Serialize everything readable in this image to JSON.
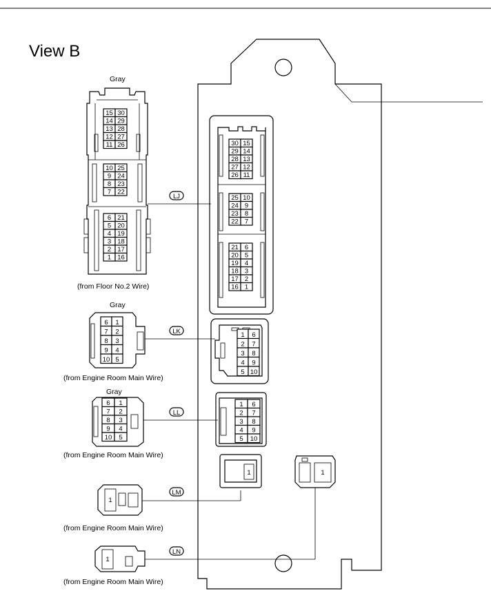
{
  "title": "View B",
  "connectors": {
    "LJ": {
      "code": "LJ",
      "color": "Gray",
      "source": "(from Floor No.2 Wire)",
      "harness_pins": [
        [
          "15",
          "30"
        ],
        [
          "14",
          "29"
        ],
        [
          "13",
          "28"
        ],
        [
          "12",
          "27"
        ],
        [
          "11",
          "26"
        ],
        [
          "10",
          "25"
        ],
        [
          "9",
          "24"
        ],
        [
          "8",
          "23"
        ],
        [
          "7",
          "22"
        ],
        [
          "6",
          "21"
        ],
        [
          "5",
          "20"
        ],
        [
          "4",
          "19"
        ],
        [
          "3",
          "18"
        ],
        [
          "2",
          "17"
        ],
        [
          "1",
          "16"
        ]
      ],
      "block_pins": [
        [
          "30",
          "15"
        ],
        [
          "29",
          "14"
        ],
        [
          "28",
          "13"
        ],
        [
          "27",
          "12"
        ],
        [
          "26",
          "11"
        ],
        [
          "25",
          "10"
        ],
        [
          "24",
          "9"
        ],
        [
          "23",
          "8"
        ],
        [
          "22",
          "7"
        ],
        [
          "21",
          "6"
        ],
        [
          "20",
          "5"
        ],
        [
          "19",
          "4"
        ],
        [
          "18",
          "3"
        ],
        [
          "17",
          "2"
        ],
        [
          "16",
          "1"
        ]
      ]
    },
    "LK": {
      "code": "LK",
      "color": "Gray",
      "source": "(from Engine Room Main Wire)",
      "harness_pins": [
        [
          "6",
          "1"
        ],
        [
          "7",
          "2"
        ],
        [
          "8",
          "3"
        ],
        [
          "9",
          "4"
        ],
        [
          "10",
          "5"
        ]
      ],
      "block_pins": [
        [
          "1",
          "6"
        ],
        [
          "2",
          "7"
        ],
        [
          "3",
          "8"
        ],
        [
          "4",
          "9"
        ],
        [
          "5",
          "10"
        ]
      ]
    },
    "LL": {
      "code": "LL",
      "color": "Gray",
      "source": "(from Engine Room Main Wire)",
      "harness_pins": [
        [
          "6",
          "1"
        ],
        [
          "7",
          "2"
        ],
        [
          "8",
          "3"
        ],
        [
          "9",
          "4"
        ],
        [
          "10",
          "5"
        ]
      ],
      "block_pins": [
        [
          "1",
          "6"
        ],
        [
          "2",
          "7"
        ],
        [
          "3",
          "8"
        ],
        [
          "4",
          "9"
        ],
        [
          "5",
          "10"
        ]
      ]
    },
    "LM": {
      "code": "LM",
      "source": "(from Engine Room Main Wire)",
      "harness_pin": "1",
      "block_pin": "1"
    },
    "LN": {
      "code": "LN",
      "source": "(from Engine Room Main Wire)",
      "harness_pin": "1",
      "block_pin": "1"
    }
  }
}
